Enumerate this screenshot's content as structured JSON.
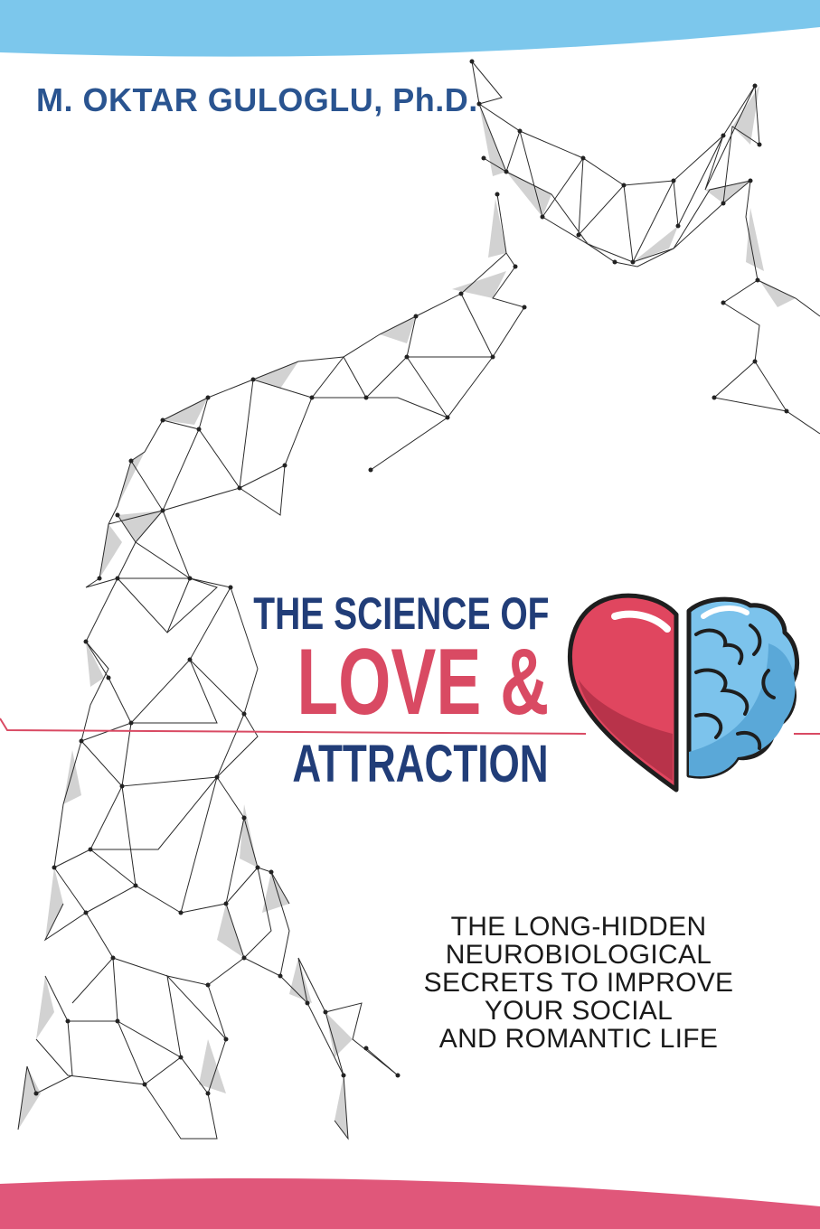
{
  "author": "M. OKTAR GULOGLU, Ph.D.",
  "title": {
    "line1": "THE SCIENCE OF",
    "line2": "LOVE &",
    "line3": "ATTRACTION"
  },
  "subtitle": [
    "THE LONG-HIDDEN",
    "NEUROBIOLOGICAL",
    "SECRETS TO IMPROVE",
    "YOUR SOCIAL",
    "AND ROMANTIC LIFE"
  ],
  "colors": {
    "top_band": "#7cc7ec",
    "bottom_band": "#e0577a",
    "title_blue": "#213d78",
    "title_pink": "#d94a63",
    "heart_red": "#e0465f",
    "brain_blue": "#7cc3ec",
    "pulse_line": "#d94a63"
  },
  "icons": [
    "polygon-figure-illustration",
    "heart-brain-icon",
    "pulse-line"
  ]
}
